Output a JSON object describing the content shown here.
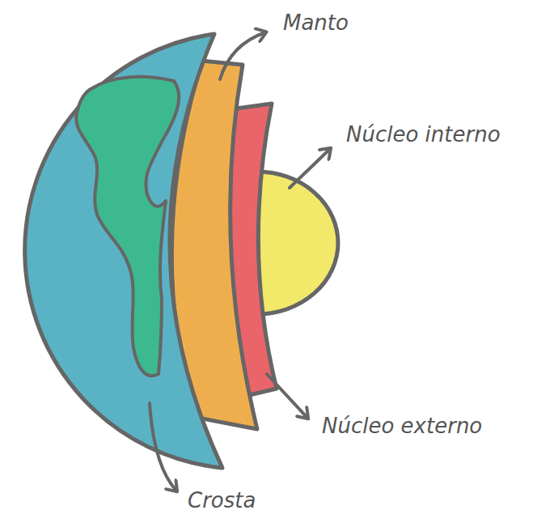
{
  "diagram": {
    "labels": [
      "Manto",
      "Núcleo interno",
      "Núcleo externo",
      "Crosta"
    ]
  }
}
